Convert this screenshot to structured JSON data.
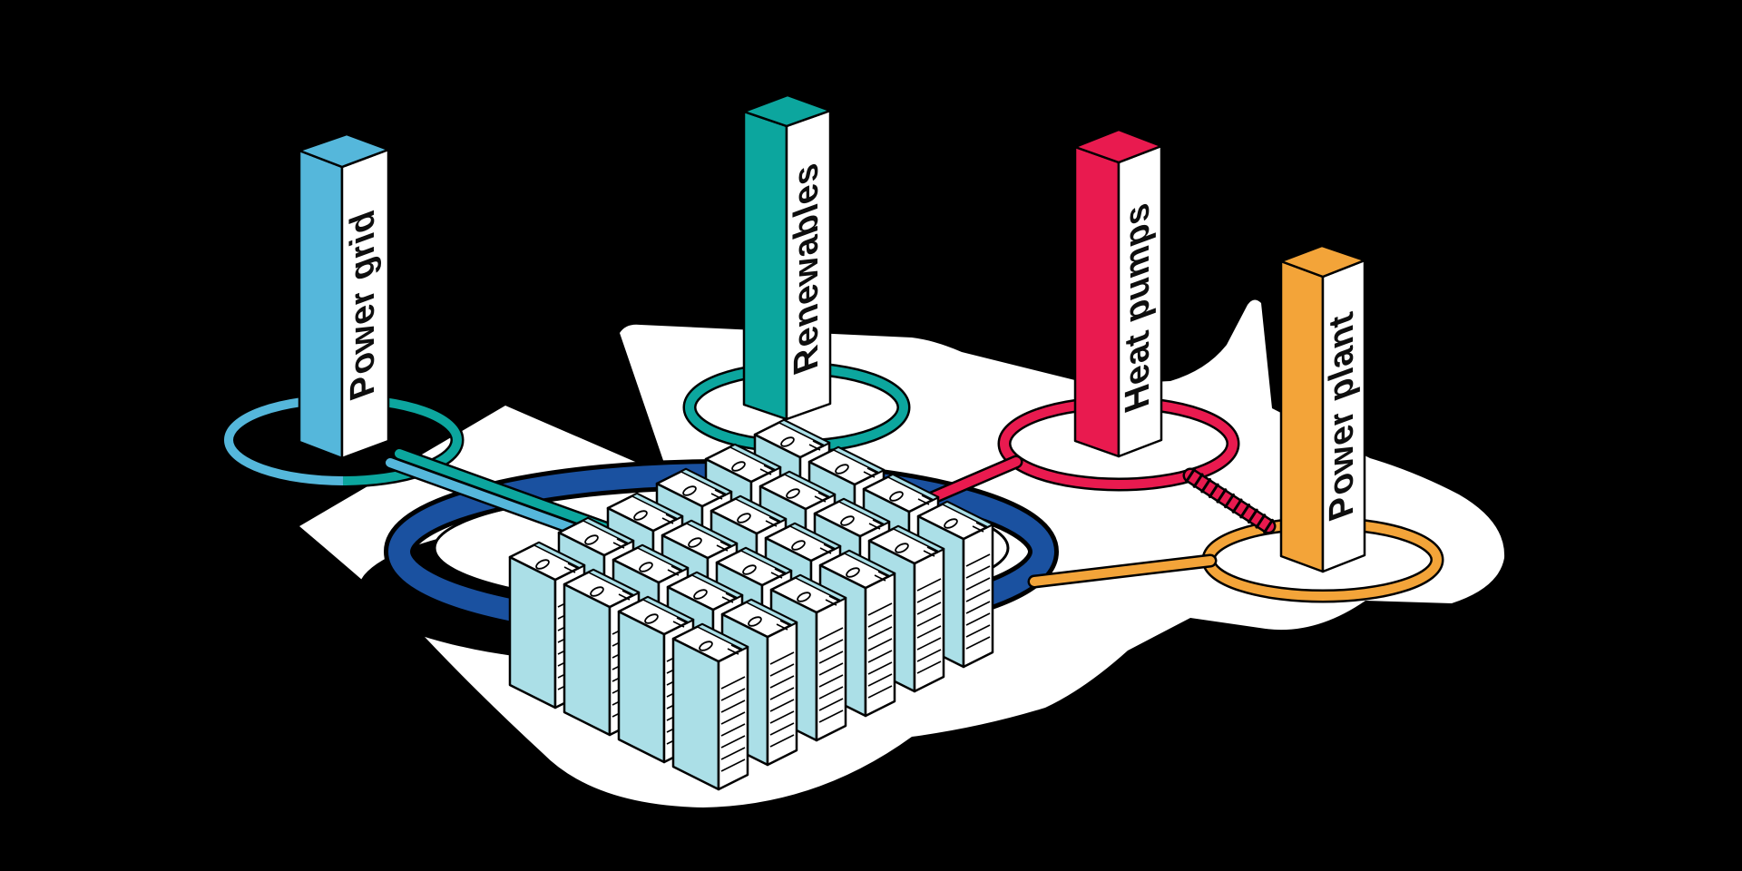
{
  "diagram": {
    "description": "Isometric illustration of a central data center platform linked to energy system nodes",
    "background": "#000000",
    "palette": {
      "light_blue": "#55b7db",
      "teal": "#0ca69e",
      "crimson": "#e91a4f",
      "orange": "#f3a439",
      "dark_blue": "#1a51a0",
      "server_cyan": "#abdfe7",
      "surface_white": "#ffffff",
      "outline_black": "#000000"
    },
    "nodes": [
      {
        "id": "power-grid",
        "label": "Power grid",
        "color": "#55b7db"
      },
      {
        "id": "renewables",
        "label": "Renewables",
        "color": "#0ca69e"
      },
      {
        "id": "heat-pumps",
        "label": "Heat pumps",
        "color": "#e91a4f"
      },
      {
        "id": "power-plant",
        "label": "Power plant",
        "color": "#f3a439"
      }
    ],
    "center": {
      "id": "data-center",
      "ring_color": "#1a51a0"
    },
    "connections": [
      {
        "from": "power-grid",
        "to": "data-center",
        "style": "double-line",
        "colors": [
          "#55b7db",
          "#0ca69e"
        ]
      },
      {
        "from": "renewables",
        "to": "data-center",
        "style": "solid",
        "colors": [
          "#0ca69e"
        ]
      },
      {
        "from": "heat-pumps",
        "to": "data-center",
        "style": "solid",
        "colors": [
          "#e91a4f"
        ]
      },
      {
        "from": "heat-pumps",
        "to": "power-plant",
        "style": "hatched",
        "colors": [
          "#e91a4f"
        ]
      },
      {
        "from": "power-plant",
        "to": "data-center",
        "style": "solid",
        "colors": [
          "#f3a439"
        ]
      }
    ]
  }
}
